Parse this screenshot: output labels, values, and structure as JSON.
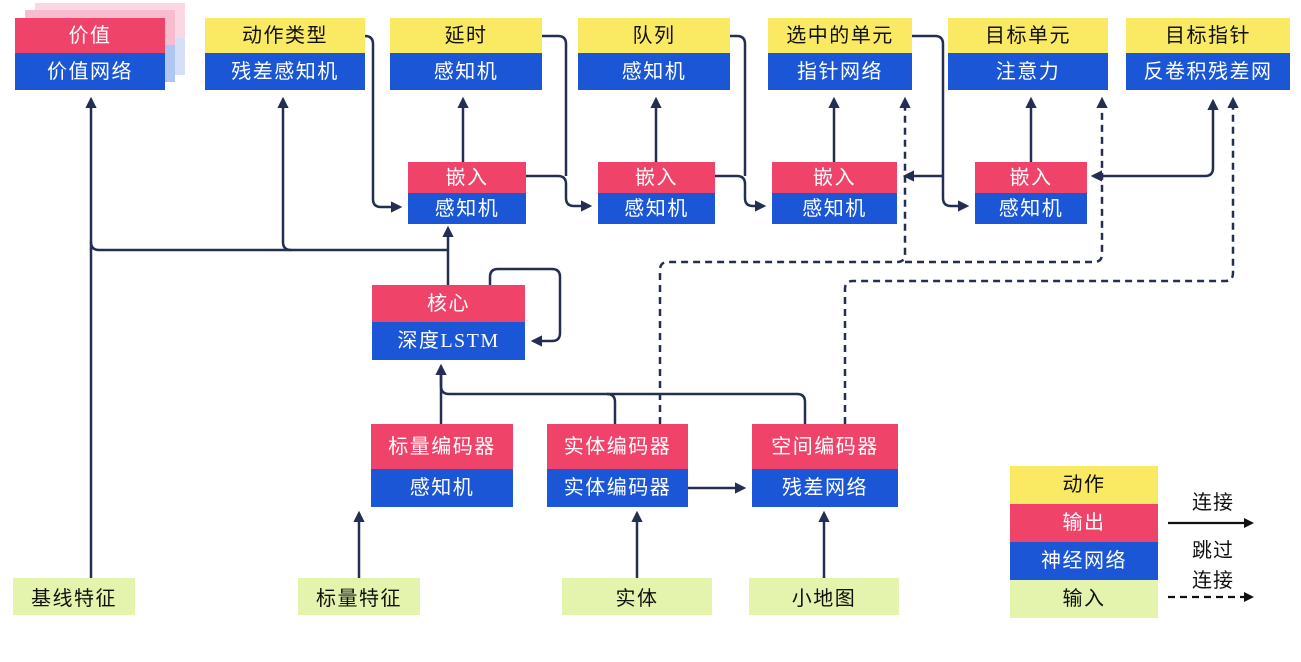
{
  "colors": {
    "action": "#F9E963",
    "output": "#EF436A",
    "network": "#1A56D6",
    "input": "#E4F4AC",
    "line": "#232E52",
    "legend_arrow": "#111111",
    "ghost_pink_back": "#FBD7E3",
    "ghost_pink_front": "#F8BCCF",
    "ghost_blue_back": "#D6DFF8",
    "ghost_blue_front": "#AFC6F2"
  },
  "nodes": [
    {
      "id": "value",
      "top": "价值",
      "bottom": "价值网络",
      "top_type": "output",
      "bottom_type": "network",
      "stacked": true
    },
    {
      "id": "action-type",
      "top": "动作类型",
      "bottom": "残差感知机",
      "top_type": "action",
      "bottom_type": "network"
    },
    {
      "id": "delay",
      "top": "延时",
      "bottom": "感知机",
      "top_type": "action",
      "bottom_type": "network"
    },
    {
      "id": "queue",
      "top": "队列",
      "bottom": "感知机",
      "top_type": "action",
      "bottom_type": "network"
    },
    {
      "id": "selected-units",
      "top": "选中的单元",
      "bottom": "指针网络",
      "top_type": "action",
      "bottom_type": "network"
    },
    {
      "id": "target-unit",
      "top": "目标单元",
      "bottom": "注意力",
      "top_type": "action",
      "bottom_type": "network"
    },
    {
      "id": "target-point",
      "top": "目标指针",
      "bottom": "反卷积残差网",
      "top_type": "action",
      "bottom_type": "network"
    },
    {
      "id": "embed-1",
      "top": "嵌入",
      "bottom": "感知机",
      "top_type": "output",
      "bottom_type": "network"
    },
    {
      "id": "embed-2",
      "top": "嵌入",
      "bottom": "感知机",
      "top_type": "output",
      "bottom_type": "network"
    },
    {
      "id": "embed-3",
      "top": "嵌入",
      "bottom": "感知机",
      "top_type": "output",
      "bottom_type": "network"
    },
    {
      "id": "embed-4",
      "top": "嵌入",
      "bottom": "感知机",
      "top_type": "output",
      "bottom_type": "network"
    },
    {
      "id": "core",
      "top": "核心",
      "bottom": "深度LSTM",
      "top_type": "output",
      "bottom_type": "network"
    },
    {
      "id": "scalar-encoder",
      "top": "标量编码器",
      "bottom": "感知机",
      "top_type": "output",
      "bottom_type": "network"
    },
    {
      "id": "entity-encoder",
      "top": "实体编码器",
      "bottom": "实体编码器",
      "top_type": "output",
      "bottom_type": "network"
    },
    {
      "id": "spatial-encoder",
      "top": "空间编码器",
      "bottom": "残差网络",
      "top_type": "output",
      "bottom_type": "network"
    }
  ],
  "inputs": [
    {
      "id": "baseline-features",
      "label": "基线特征"
    },
    {
      "id": "scalar-features",
      "label": "标量特征"
    },
    {
      "id": "entities",
      "label": "实体"
    },
    {
      "id": "minimap",
      "label": "小地图"
    }
  ],
  "legend": {
    "items": [
      {
        "id": "legend-action",
        "label": "动作",
        "type": "action"
      },
      {
        "id": "legend-output",
        "label": "输出",
        "type": "output"
      },
      {
        "id": "legend-network",
        "label": "神经网络",
        "type": "network"
      },
      {
        "id": "legend-input",
        "label": "输入",
        "type": "input"
      }
    ],
    "connection_label": "连接",
    "skip_label_line1": "跳过",
    "skip_label_line2": "连接"
  }
}
